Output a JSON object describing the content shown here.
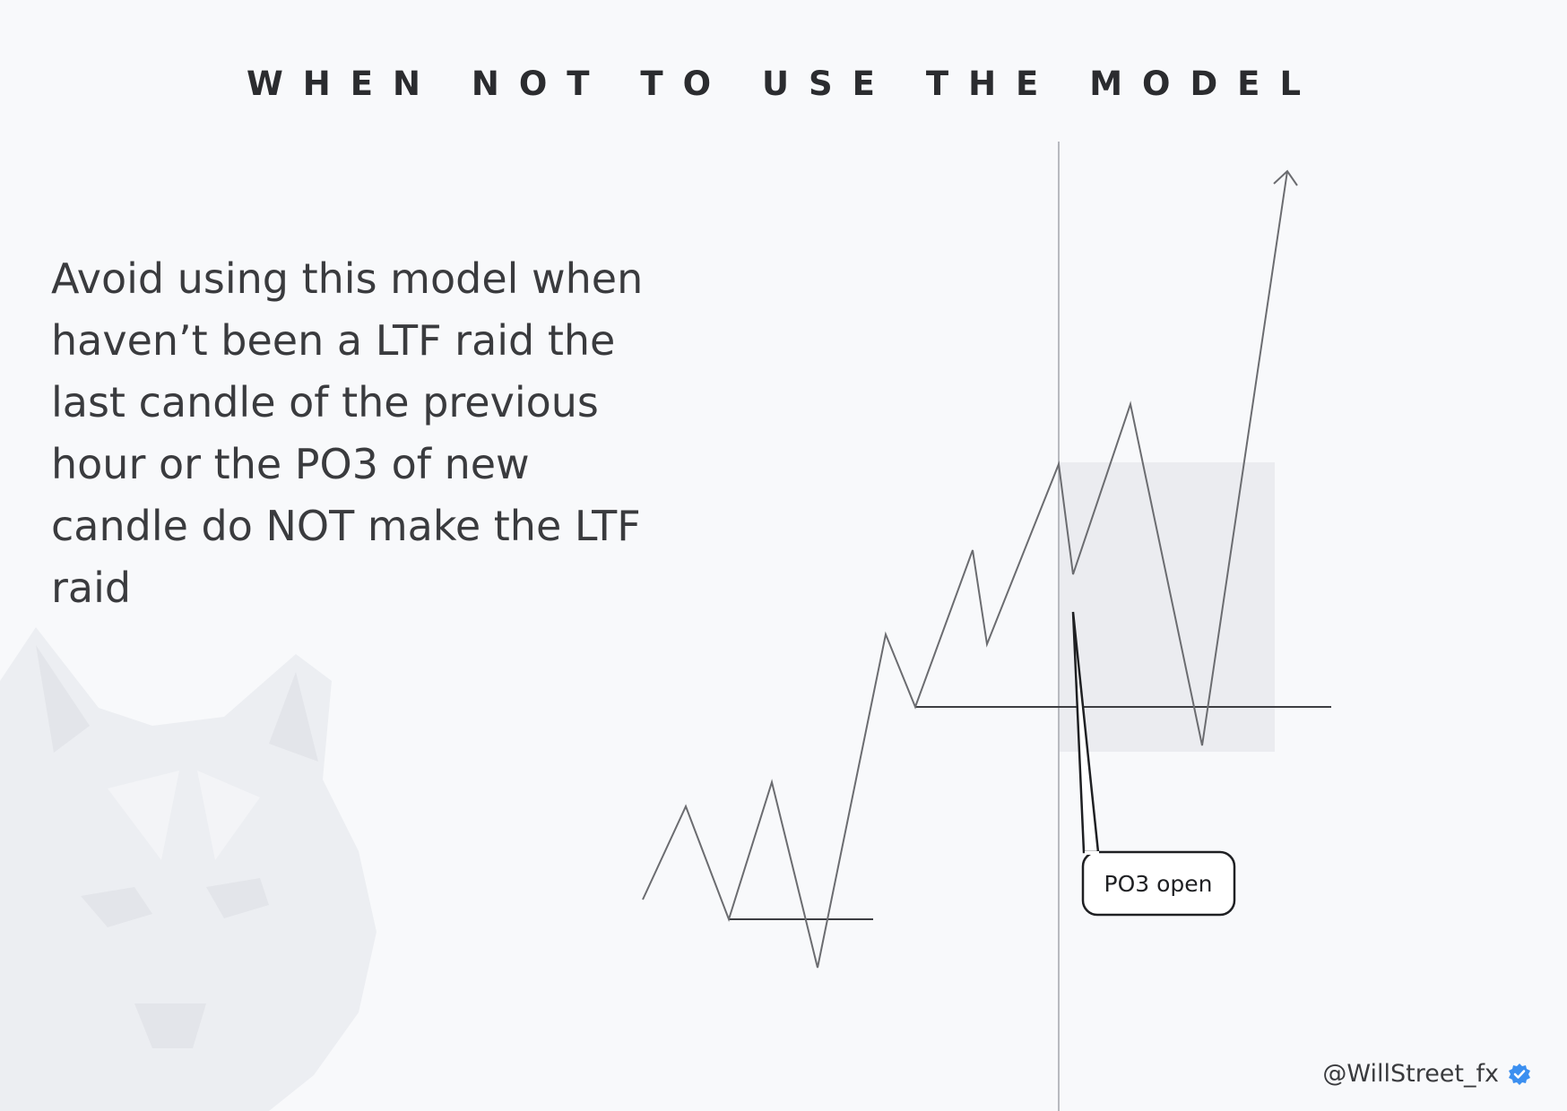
{
  "title": "WHEN NOT TO USE THE MODEL",
  "body_text": "Avoid using this model when haven’t been a LTF raid the last candle of the previous hour or the PO3 of new candle do NOT make the LTF raid",
  "diagram": {
    "callout_label": "PO3 open"
  },
  "footer": {
    "handle": "@WillStreet_fx",
    "verified_icon": "verified-badge-icon",
    "verified_color": "#3b8ff0"
  },
  "colors": {
    "background": "#f8f9fb",
    "price_line": "#6b6c70",
    "level_line": "#3d3e42",
    "highlight_box": "#ebecf0",
    "divider": "#b8bac0"
  },
  "watermark": "wolf-watermark"
}
